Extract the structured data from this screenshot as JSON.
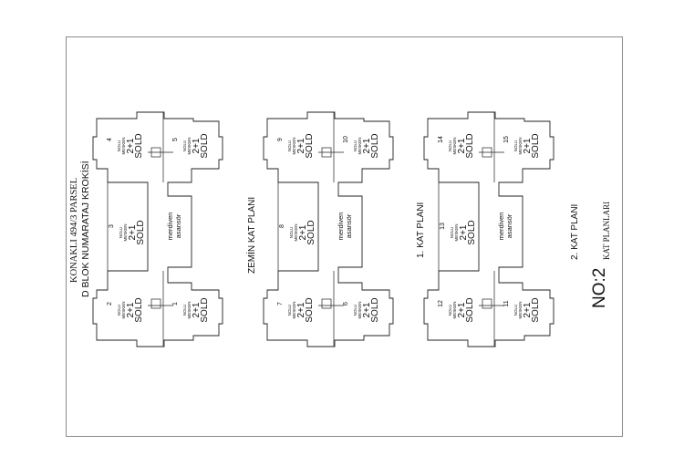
{
  "sheet": {
    "project_title": "KONAKLI 494/3 PARSEL",
    "block_title": "D BLOK NUMARATAJ KROKİSİ",
    "sheet_number": "NO:2",
    "sheet_subtitle": "KAT PLANLARI"
  },
  "floors": [
    {
      "name": "ZEMİN  KAT PLANI",
      "units": [
        {
          "no": "4",
          "nolu": "NOLU",
          "type": "MESKEN",
          "size": "2+1",
          "status": "SOLD"
        },
        {
          "no": "5",
          "nolu": "NOLU",
          "type": "MESKEN",
          "size": "2+1",
          "status": "SOLD"
        },
        {
          "no": "3",
          "nolu": "NOLU",
          "type": "MESKEN",
          "size": "2+1",
          "status": "SOLD"
        },
        {
          "no": "2",
          "nolu": "NOLU",
          "type": "MESKEN",
          "size": "2+1",
          "status": "SOLD"
        },
        {
          "no": "1",
          "nolu": "NOLU",
          "type": "MESKEN",
          "size": "2+1",
          "status": "SOLD"
        }
      ],
      "core": {
        "stair": "merdiven",
        "lift": "asansör"
      }
    },
    {
      "name": "1. KAT PLANI",
      "units": [
        {
          "no": "9",
          "nolu": "NOLU",
          "type": "MESKEN",
          "size": "2+1",
          "status": "SOLD"
        },
        {
          "no": "10",
          "nolu": "NOLU",
          "type": "MESKEN",
          "size": "2+1",
          "status": "SOLD"
        },
        {
          "no": "8",
          "nolu": "NOLU",
          "type": "MESKEN",
          "size": "2+1",
          "status": "SOLD"
        },
        {
          "no": "7",
          "nolu": "NOLU",
          "type": "MESKEN",
          "size": "2+1",
          "status": "SOLD"
        },
        {
          "no": "6",
          "nolu": "NOLU",
          "type": "MESKEN",
          "size": "2+1",
          "status": "SOLD"
        }
      ],
      "core": {
        "stair": "merdiven",
        "lift": "asansör"
      }
    },
    {
      "name": "2. KAT PLANI",
      "units": [
        {
          "no": "14",
          "nolu": "NOLU",
          "type": "MESKEN",
          "size": "2+1",
          "status": "SOLD"
        },
        {
          "no": "15",
          "nolu": "NOLU",
          "type": "MESKEN",
          "size": "2+1",
          "status": "SOLD"
        },
        {
          "no": "13",
          "nolu": "NOLU",
          "type": "MESKEN",
          "size": "2+1",
          "status": "SOLD"
        },
        {
          "no": "12",
          "nolu": "NOLU",
          "type": "MESKEN",
          "size": "2+1",
          "status": "SOLD"
        },
        {
          "no": "11",
          "nolu": "NOLU",
          "type": "MESKEN",
          "size": "2+1",
          "status": "SOLD"
        }
      ],
      "core": {
        "stair": "merdiven",
        "lift": "asansör"
      }
    }
  ]
}
